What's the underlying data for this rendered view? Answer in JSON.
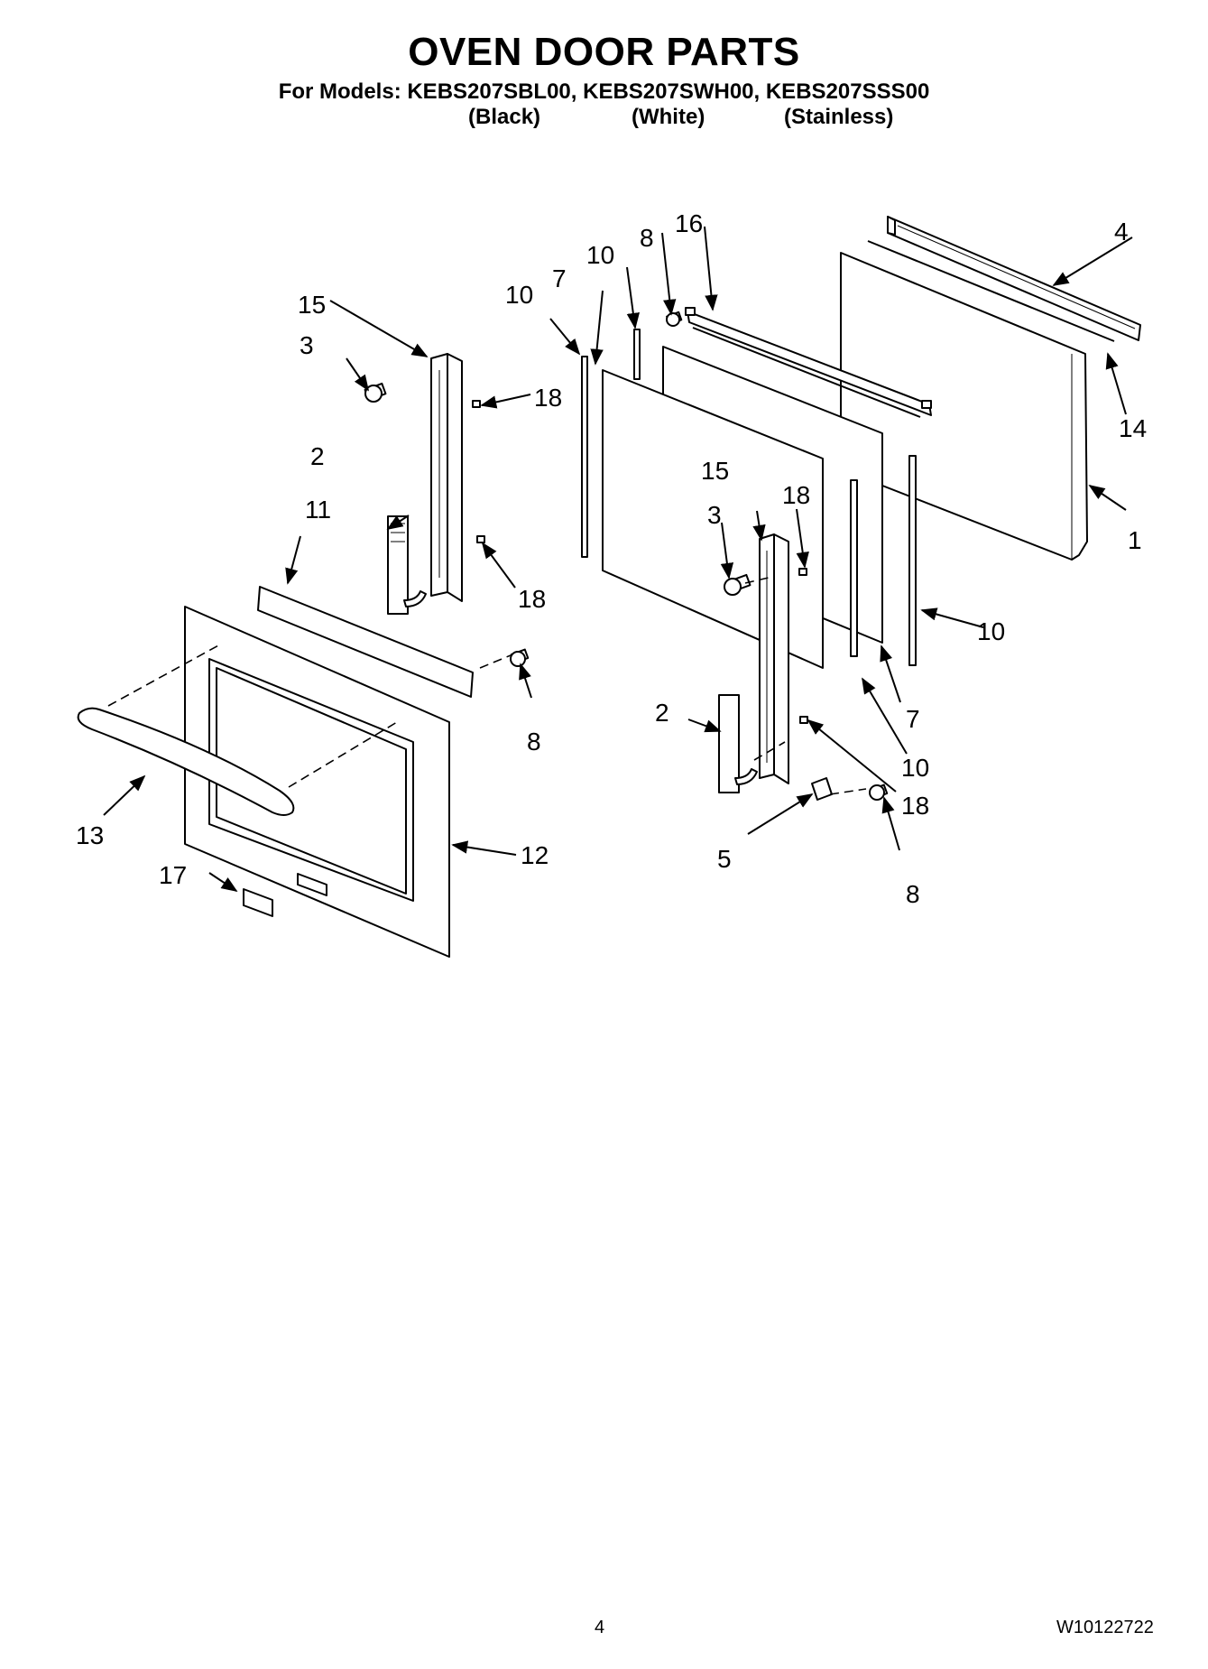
{
  "header": {
    "title": "OVEN DOOR PARTS",
    "models_line": "For Models: KEBS207SBL00, KEBS207SWH00, KEBS207SSS00",
    "variants": [
      "(Black)",
      "(White)",
      "(Stainless)"
    ]
  },
  "diagram": {
    "callouts": {
      "c1": "1",
      "c2a": "2",
      "c2b": "2",
      "c3a": "3",
      "c3b": "3",
      "c4": "4",
      "c5": "5",
      "c7a": "7",
      "c7b": "7",
      "c8a": "8",
      "c8b": "8",
      "c8c": "8",
      "c10a": "10",
      "c10b": "10",
      "c10c": "10",
      "c10d": "10",
      "c11": "11",
      "c12": "12",
      "c13": "13",
      "c14": "14",
      "c15a": "15",
      "c15b": "15",
      "c16": "16",
      "c17": "17",
      "c18a": "18",
      "c18b": "18",
      "c18c": "18",
      "c18d": "18"
    }
  },
  "footer": {
    "page_number": "4",
    "doc_number": "W10122722"
  }
}
